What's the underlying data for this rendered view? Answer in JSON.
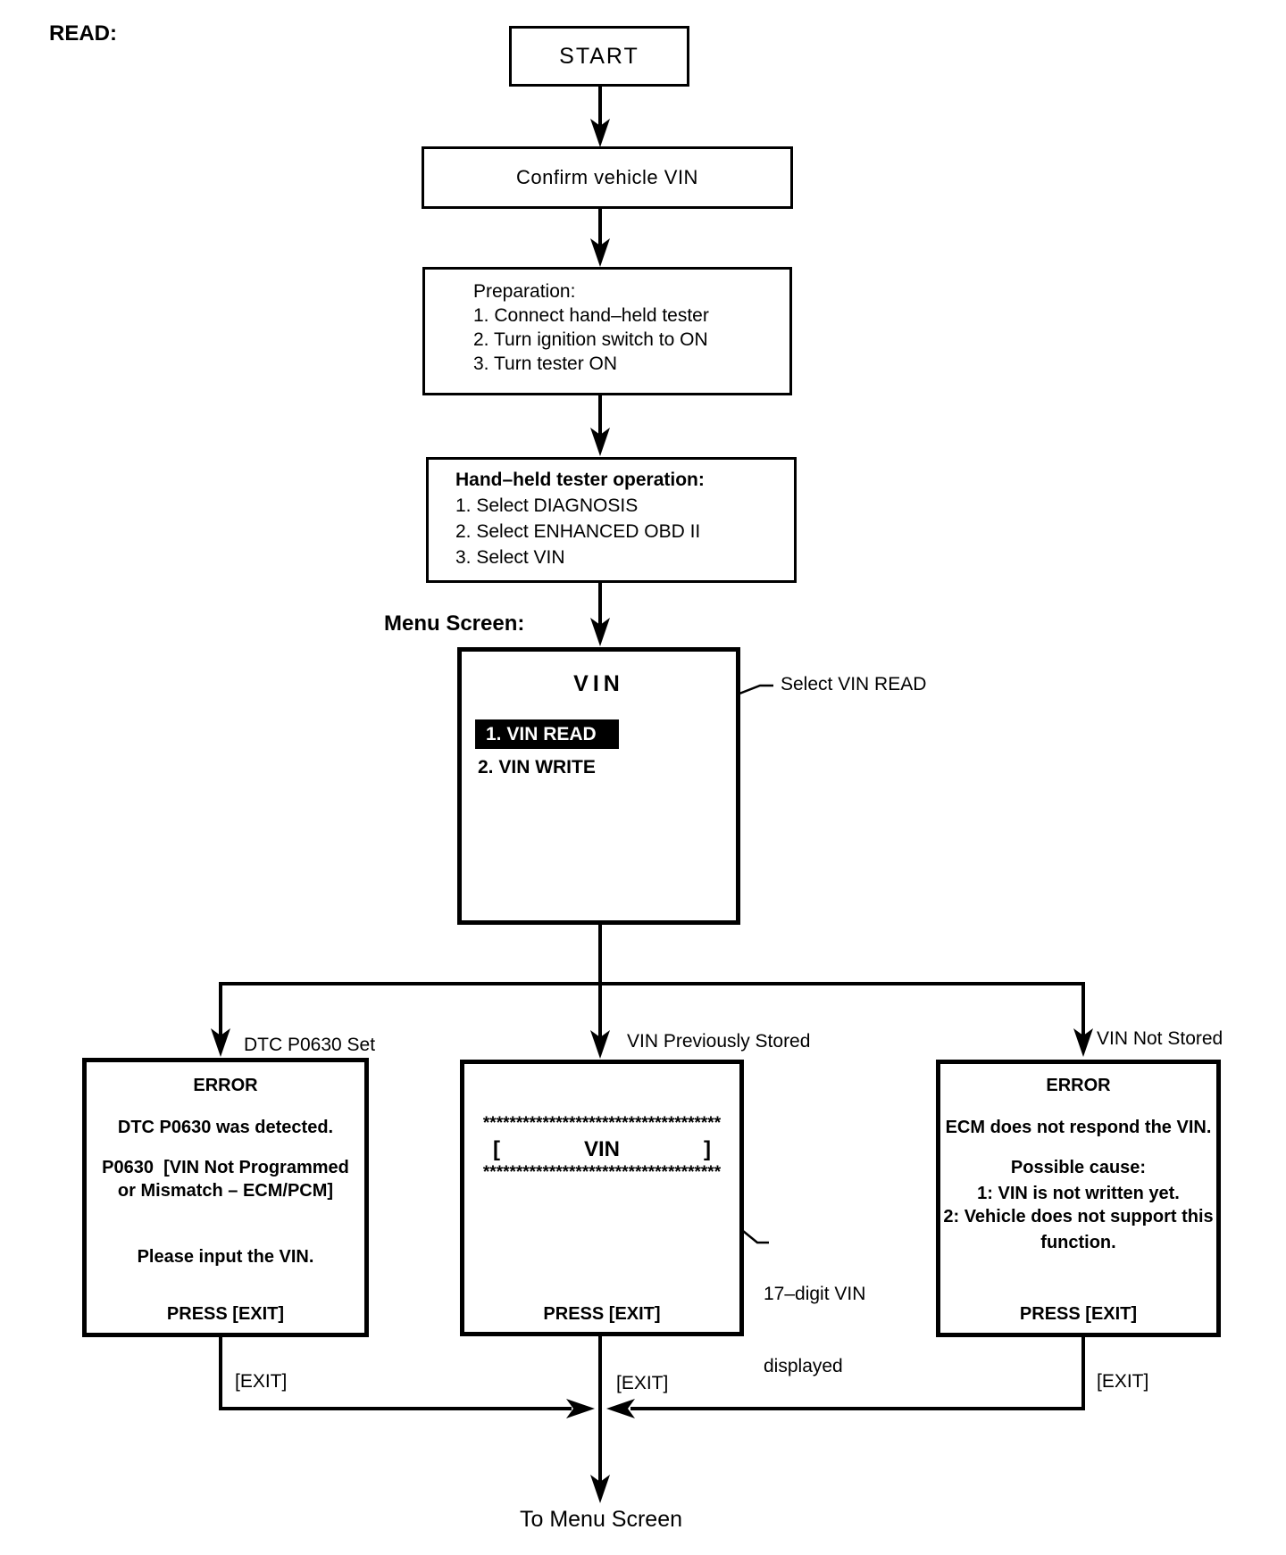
{
  "title": "READ:",
  "nodes": {
    "start": "START",
    "confirm": "Confirm vehicle VIN",
    "preparation": {
      "title": "Preparation:",
      "steps": [
        "1. Connect hand–held tester",
        "2. Turn ignition switch to ON",
        "3. Turn tester ON"
      ]
    },
    "tester_operation": {
      "title": "Hand–held tester operation:",
      "steps": [
        "1. Select DIAGNOSIS",
        "2. Select ENHANCED OBD II",
        "3. Select VIN"
      ]
    }
  },
  "menu_screen": {
    "label": "Menu Screen:",
    "title": "VIN",
    "item_selected": "1. VIN READ",
    "item_2": "2. VIN WRITE",
    "callout": "Select VIN READ"
  },
  "branches": {
    "dtc_set": {
      "label": "DTC P0630 Set",
      "title": "ERROR",
      "line_detected": "DTC P0630 was detected.",
      "code_line_1": "P0630  [VIN Not Programmed",
      "code_line_2": "or Mismatch – ECM/PCM]",
      "prompt": "Please input the VIN.",
      "press": "PRESS [EXIT]",
      "exit_label": "[EXIT]"
    },
    "vin_stored": {
      "label": "VIN Previously Stored",
      "stars_top": "************************************",
      "bracket_open": "[",
      "vin": "VIN",
      "bracket_close": "]",
      "stars_bottom": "************************************",
      "press": "PRESS [EXIT]",
      "callout_line_1": "17–digit VIN",
      "callout_line_2": "displayed",
      "exit_label": "[EXIT]"
    },
    "vin_not_stored": {
      "label": "VIN Not Stored",
      "title": "ERROR",
      "line_1": "ECM does not respond the VIN.",
      "cause_title": "Possible cause:",
      "cause_1": "1: VIN is not written yet.",
      "cause_2": "2: Vehicle does not support this",
      "cause_2b": "function.",
      "press": "PRESS [EXIT]",
      "exit_label": "[EXIT]"
    }
  },
  "footer": "To Menu Screen"
}
